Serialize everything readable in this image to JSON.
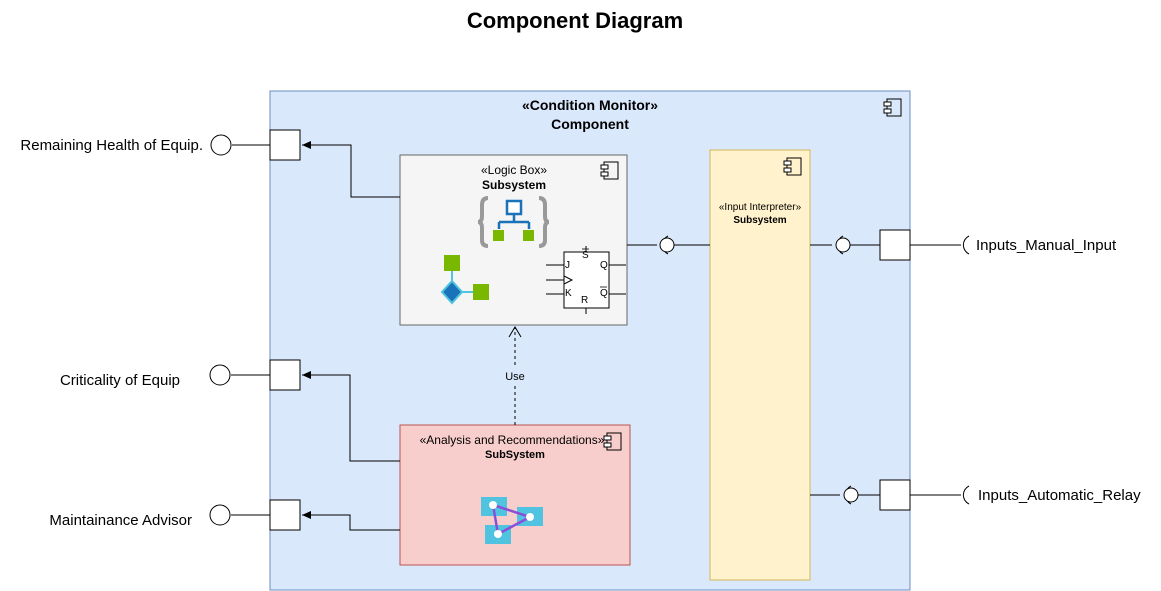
{
  "diagram": {
    "title": "Component Diagram",
    "container": {
      "stereotype": "«Condition Monitor»",
      "name": "Component",
      "fill": "#dae8fc",
      "stroke": "#6c8ebf"
    },
    "logic_box": {
      "stereotype": "«Logic Box»",
      "name": "Subsystem",
      "fill": "#f5f5f5",
      "stroke": "#666666"
    },
    "input_interpreter": {
      "stereotype": "«Input Interpreter»",
      "name": "Subsystem",
      "fill": "#fff2cc",
      "stroke": "#d6b656"
    },
    "analysis": {
      "stereotype": "«Analysis and Recommendations»",
      "name": "SubSystem",
      "fill": "#f8cecc",
      "stroke": "#b85450"
    },
    "dependency_label": "Use",
    "provided_interfaces": [
      "Remaining Health of Equip.",
      "Criticality of Equip",
      "Maintainance Advisor"
    ],
    "required_interfaces": [
      "Inputs_Manual_Input",
      "Inputs_Automatic_Relay"
    ],
    "flip_flop": {
      "s": "S",
      "j": "J",
      "k": "K",
      "q": "Q",
      "qbar": "Q",
      "r": "R"
    },
    "colors": {
      "accent_blue": "#1a73b8",
      "accent_green": "#7ab800",
      "accent_cyan": "#4fc3e0",
      "accent_purple": "#8a4fd6"
    }
  }
}
